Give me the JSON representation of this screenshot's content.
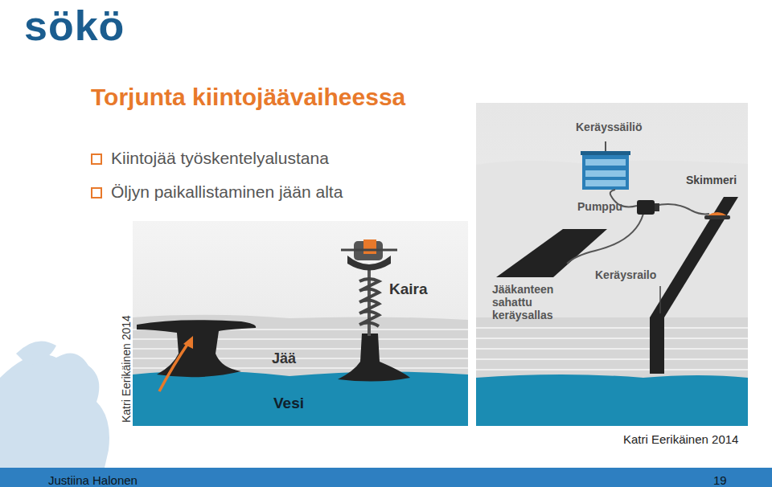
{
  "diagram": {
    "title": "Torjunta kiintojäävaiheessa",
    "labels": [
      "sökö",
      "Kiintojää työskentelyalustana",
      "Öljyn paikallistaminen jään alta",
      "Katri Eerikäinen 2014",
      "Kaira",
      "Jää",
      "Vesi",
      "Keräyssäiliö",
      "Skimmeri",
      "Pumppu",
      "Keräysrailo",
      "Jääkanteen sahattu keräysallas",
      "Katri Eerikäinen 2014",
      "Justiina Halonen",
      "19"
    ]
  }
}
